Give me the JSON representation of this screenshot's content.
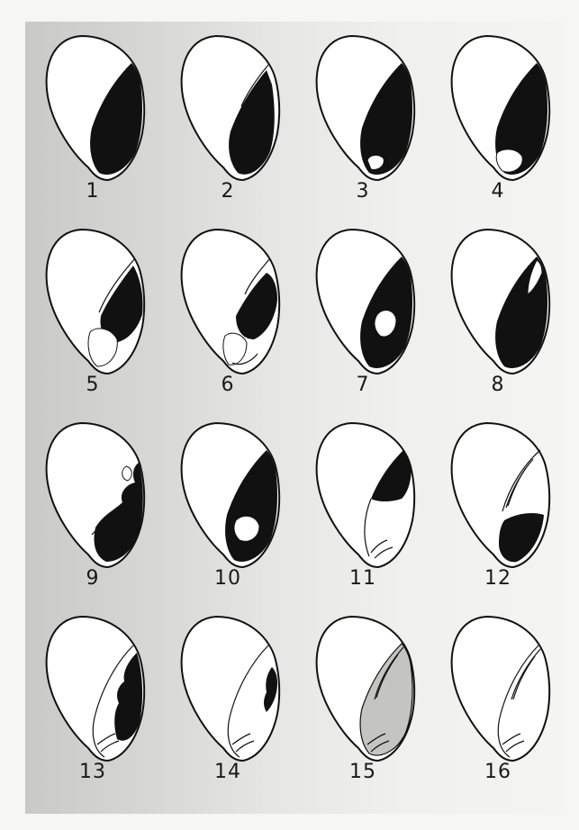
{
  "figures": [
    {
      "label": "1",
      "pattern": "full-dark"
    },
    {
      "label": "2",
      "pattern": "full-dark-with-edge"
    },
    {
      "label": "3",
      "pattern": "dark-small-light-base"
    },
    {
      "label": "4",
      "pattern": "dark-light-base"
    },
    {
      "label": "5",
      "pattern": "dark-lower-light"
    },
    {
      "label": "6",
      "pattern": "dark-lower-light-edge"
    },
    {
      "label": "7",
      "pattern": "dark-with-center-spot"
    },
    {
      "label": "8",
      "pattern": "dark-upper-split"
    },
    {
      "label": "9",
      "pattern": "dark-curled"
    },
    {
      "label": "10",
      "pattern": "dark-with-inner-light"
    },
    {
      "label": "11",
      "pattern": "dark-top-light-bottom"
    },
    {
      "label": "12",
      "pattern": "light-top-dark-bottom"
    },
    {
      "label": "13",
      "pattern": "dark-stripe-right"
    },
    {
      "label": "14",
      "pattern": "dark-thin-right"
    },
    {
      "label": "15",
      "pattern": "grey-shaded"
    },
    {
      "label": "16",
      "pattern": "outline-only"
    }
  ],
  "colors": {
    "ink": "#111111",
    "shell_fill": "#ffffff",
    "grey_shade": "#c4c4c2"
  }
}
